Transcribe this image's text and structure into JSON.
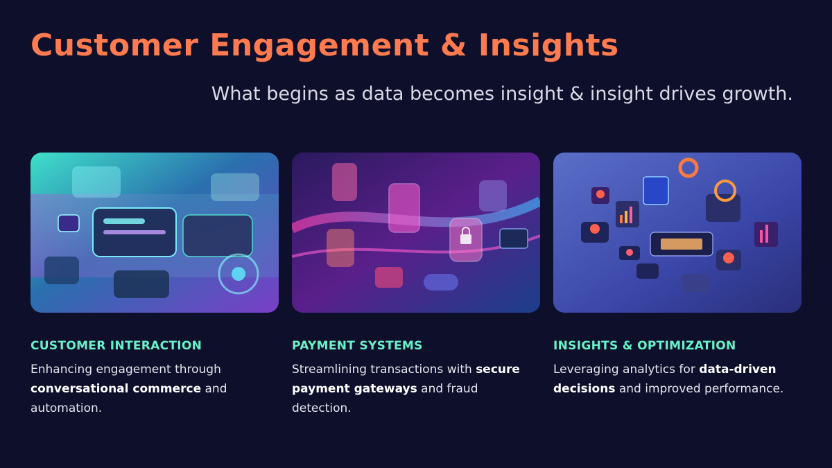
{
  "title": "Customer Engagement & Insights",
  "subtitle": "What begins as data becomes insight & insight drives growth.",
  "cards": [
    {
      "heading": "CUSTOMER INTERACTION",
      "body_pre": "Enhancing engagement through ",
      "body_bold": "conversational commerce",
      "body_post": " and automation."
    },
    {
      "heading": "PAYMENT SYSTEMS",
      "body_pre": "Streamlining transactions with ",
      "body_bold": "secure payment gateways",
      "body_post": " and fraud detection."
    },
    {
      "heading": "INSIGHTS & OPTIMIZATION",
      "body_pre": "Leveraging analytics for ",
      "body_bold": "data-driven decisions",
      "body_post": " and improved performance."
    }
  ],
  "colors": {
    "background": "#0e0f2a",
    "title": "#ff7a4f",
    "heading": "#67f2c8"
  }
}
